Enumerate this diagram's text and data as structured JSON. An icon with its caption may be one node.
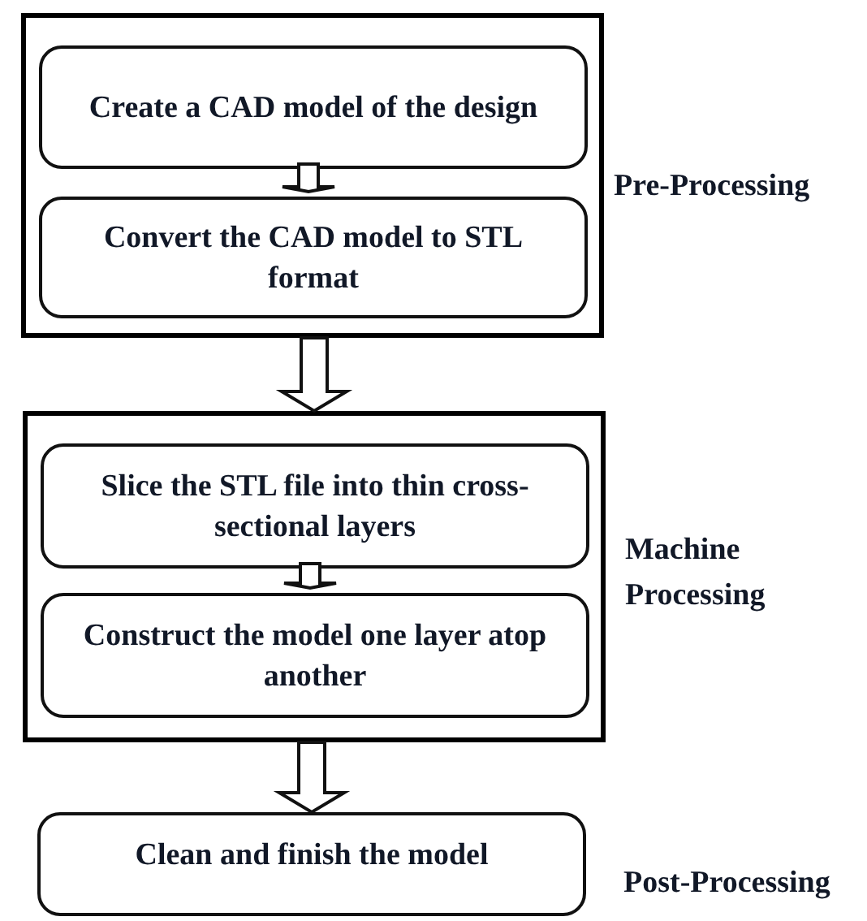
{
  "diagram": {
    "nodes": [
      {
        "text": [
          "Pre-Processing"
        ]
      },
      {
        "text": [
          "Create a CAD model of the design"
        ],
        "in": 0
      },
      {
        "text": [
          "Convert the CAD model to STL format"
        ],
        "in": 0
      },
      {
        "text": [
          "Machine Processing"
        ]
      },
      {
        "text": [
          "Slice the STL file into thin cross-sectional layers"
        ],
        "in": 3
      },
      {
        "text": [
          "Construct the model one layer atop another"
        ],
        "in": 3
      },
      {
        "text": [
          "Clean and finish the model"
        ],
        "beside": [
          "Post-Processing"
        ]
      }
    ],
    "edges": [
      {
        "from": 1,
        "to": 2,
        "arrow": "to"
      },
      {
        "from": 0,
        "to": 3,
        "arrow": "to"
      },
      {
        "from": 4,
        "to": 5,
        "arrow": "to"
      },
      {
        "from": 3,
        "to": 6,
        "arrow": "to"
      }
    ]
  }
}
